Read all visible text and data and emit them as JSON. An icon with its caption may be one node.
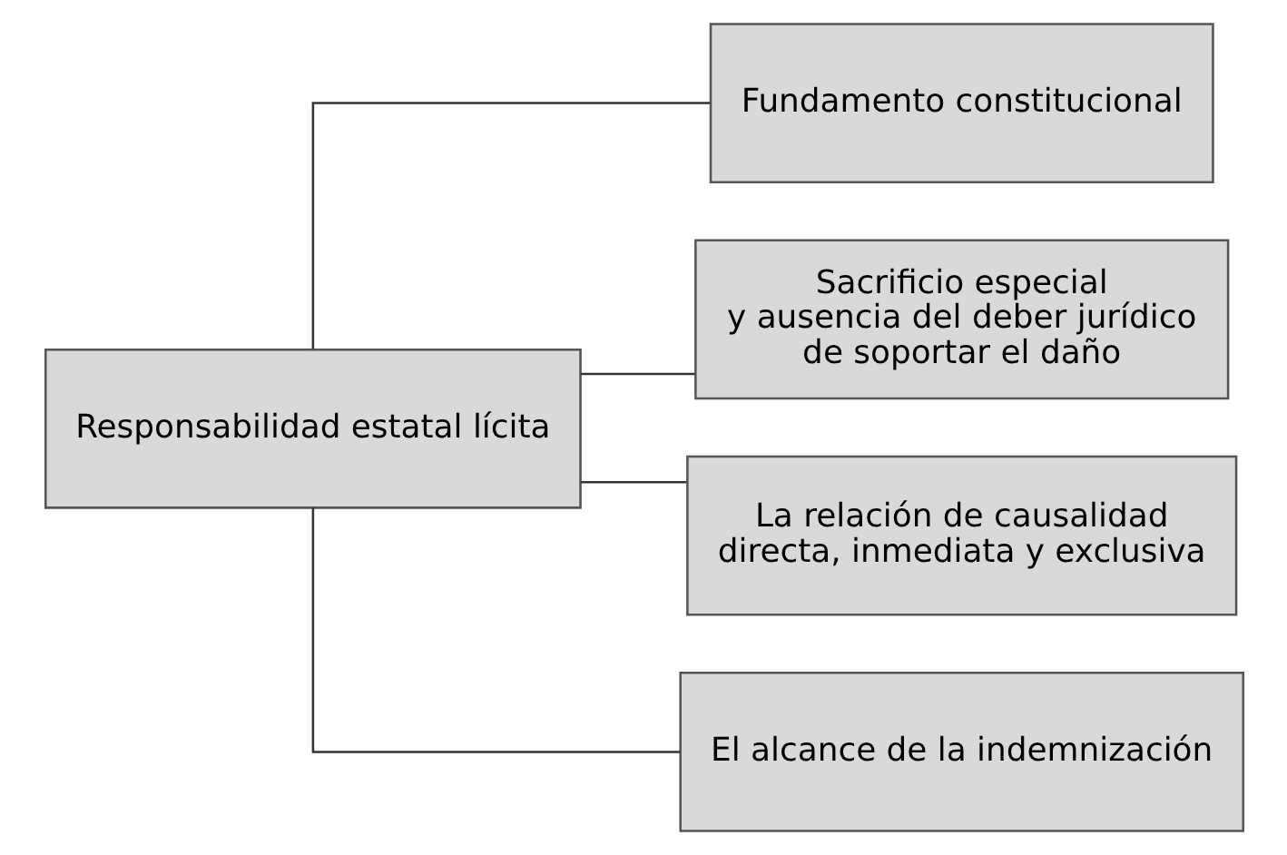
{
  "diagram": {
    "nodes": [
      {
        "text": [
          "Responsabilidad estatal lícita"
        ]
      },
      {
        "text": [
          "Fundamento constitucional"
        ]
      },
      {
        "text": [
          "Sacrificio especial y ausencia del deber jurídico de soportar el daño"
        ]
      },
      {
        "text": [
          "La relación de causalidad directa, inmediata y exclusiva"
        ]
      },
      {
        "text": [
          "El alcance de la indemnización"
        ]
      }
    ],
    "edges": [
      {
        "from": 0,
        "to": 1,
        "arrow": "none"
      },
      {
        "from": 0,
        "to": 2,
        "arrow": "none"
      },
      {
        "from": 0,
        "to": 3,
        "arrow": "none"
      },
      {
        "from": 0,
        "to": 4,
        "arrow": "none"
      }
    ]
  }
}
